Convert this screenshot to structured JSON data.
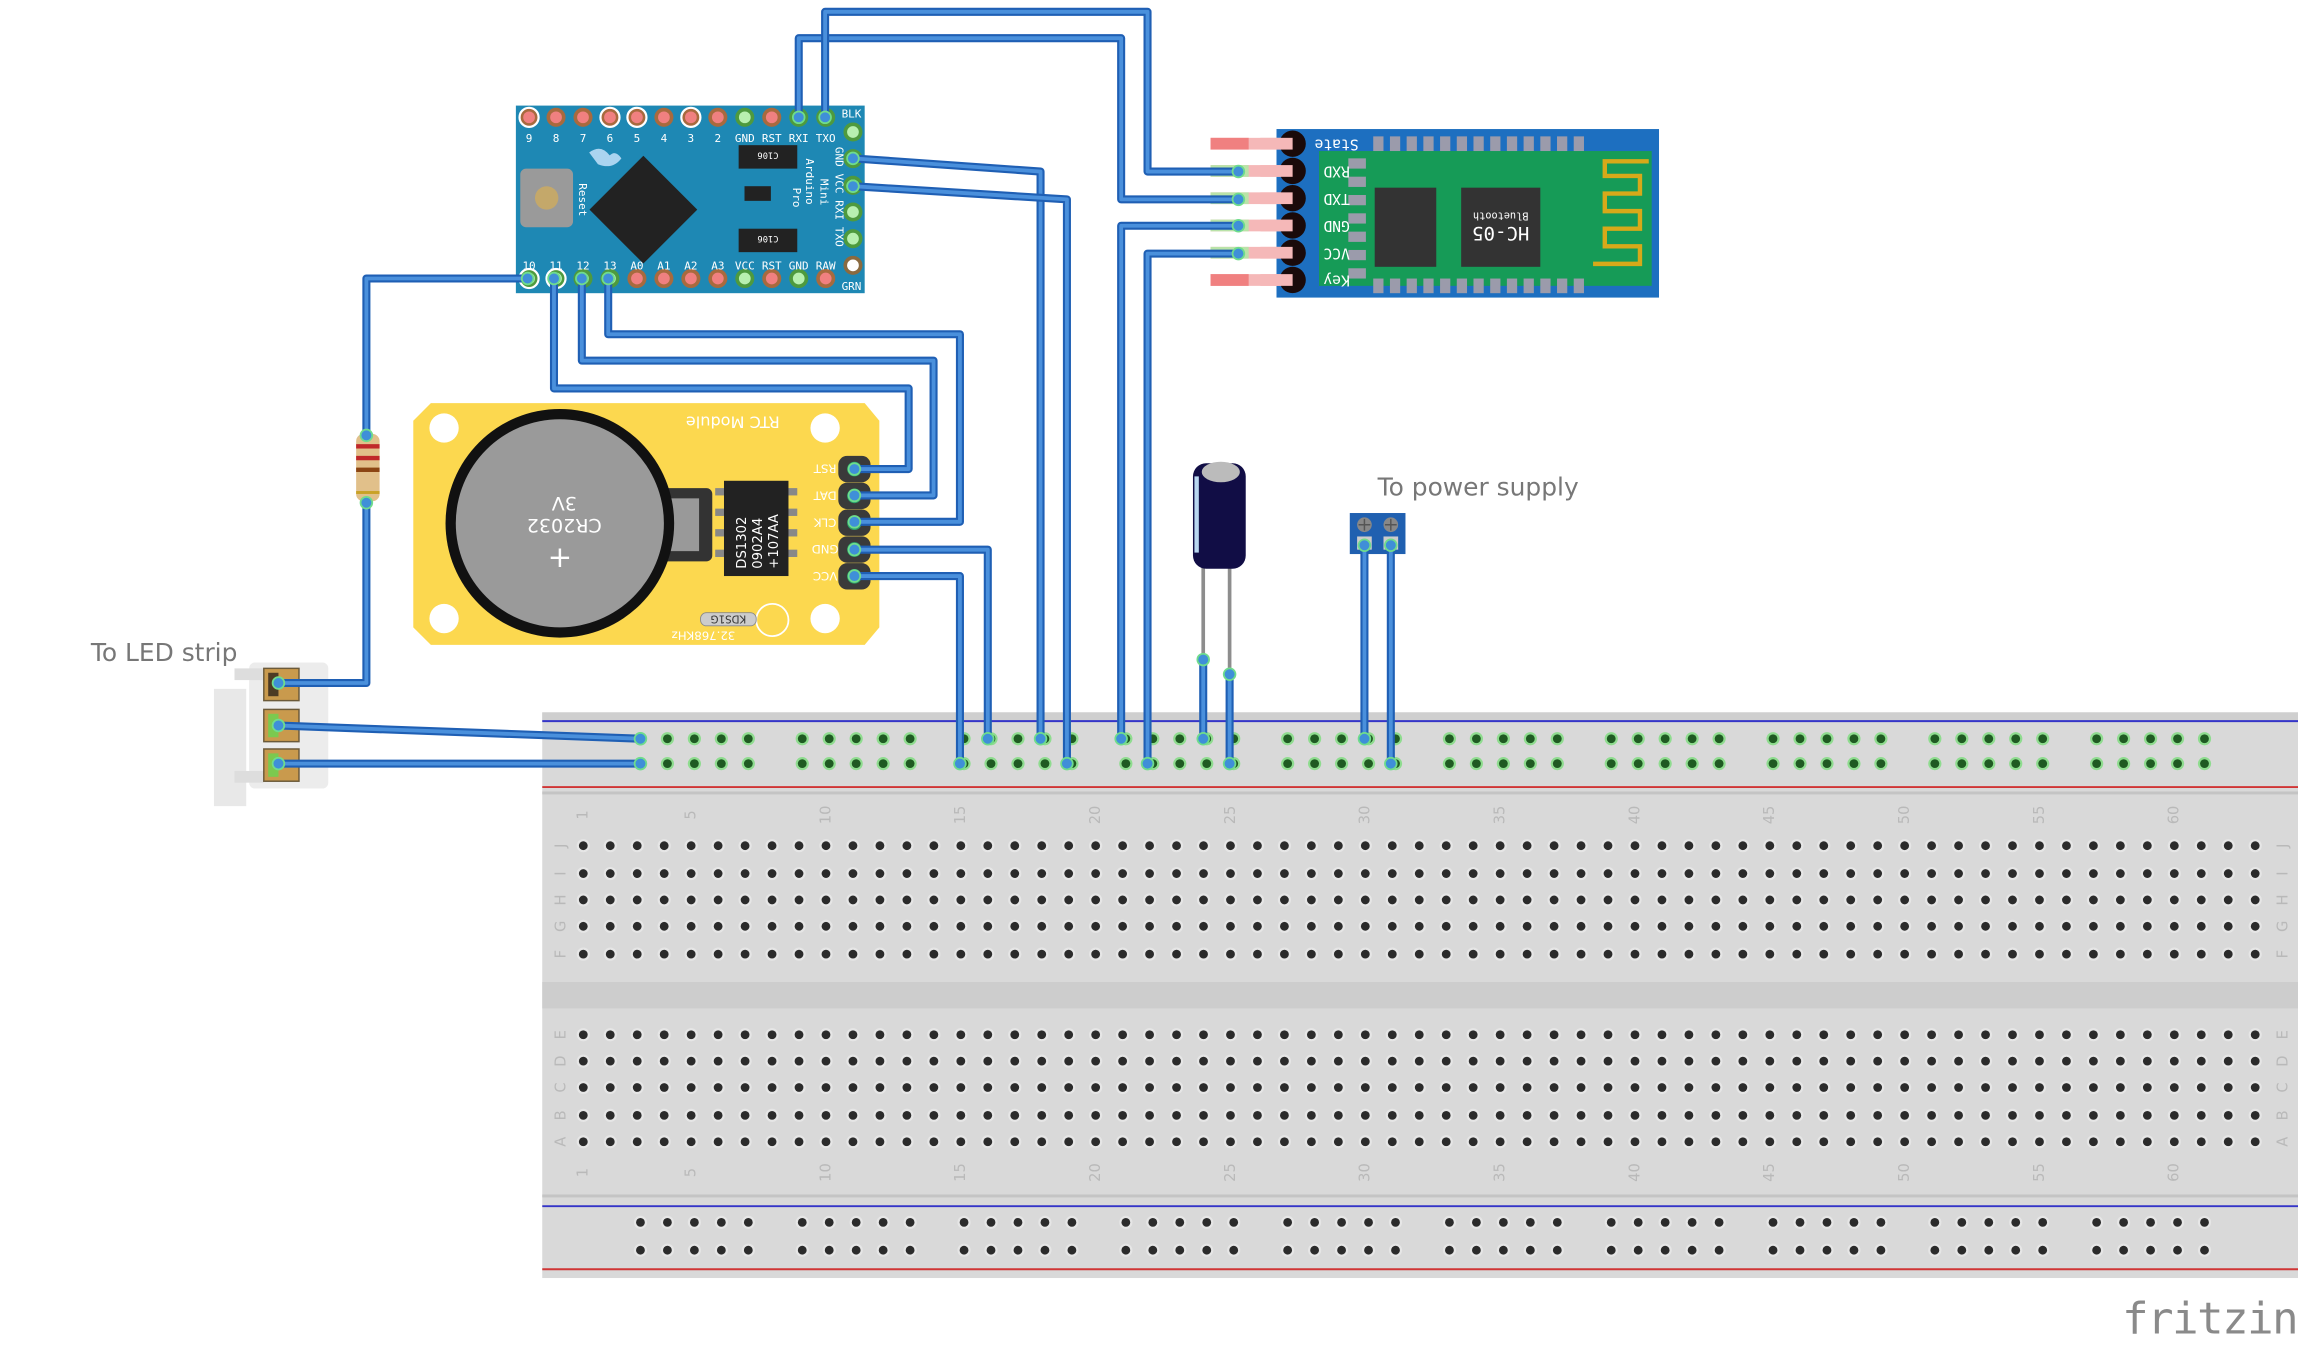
{
  "annotations": {
    "led_strip": "To LED strip",
    "power_supply": "To power supply"
  },
  "logo": "fritzing",
  "arduino": {
    "name_line1": "Arduino",
    "name_line2": "Pro",
    "name_line3": "Mini",
    "reset_label": "Reset",
    "cap_label": "C106",
    "top_pins": [
      "9",
      "8",
      "7",
      "6",
      "5",
      "4",
      "3",
      "2",
      "GND",
      "RST",
      "RXI",
      "TXO"
    ],
    "bottom_pins": [
      "10",
      "11",
      "12",
      "13",
      "A0",
      "A1",
      "A2",
      "A3",
      "VCC",
      "RST",
      "GND",
      "RAW"
    ],
    "side_pins": [
      "BLK",
      "GND",
      "VCC",
      "RXI",
      "TXO",
      "GRN"
    ]
  },
  "bluetooth": {
    "model": "HC-05",
    "subtitle": "Bluetooth",
    "pins": [
      "State",
      "RXD",
      "TXD",
      "GND",
      "VCC",
      "Key"
    ]
  },
  "rtc": {
    "title": "RTC Module",
    "battery_model": "CR2032",
    "battery_voltage": "3V",
    "battery_plus": "+",
    "chip_lines": [
      "DS1302",
      "0902A4",
      "+107AA"
    ],
    "crystal": "KDS1G",
    "crystal_freq": "32.768KHz",
    "pins": [
      "RST",
      "DAT",
      "CLK",
      "GND",
      "VCC"
    ]
  },
  "breadboard": {
    "rows_top": [
      "J",
      "I",
      "H",
      "G",
      "F"
    ],
    "rows_bottom": [
      "E",
      "D",
      "C",
      "B",
      "A"
    ],
    "column_labels": [
      "1",
      "5",
      "10",
      "15",
      "20",
      "25",
      "30",
      "35",
      "40",
      "45",
      "50",
      "55",
      "60"
    ]
  },
  "colors": {
    "wire": "#1f5fb4",
    "arduino_board": "#1e88b4",
    "hc05_board": "#1d6fc0",
    "hc05_pcb": "#169b57",
    "rtc_board": "#fcd84f",
    "rail_blue": "#3535c8",
    "rail_red": "#d03535"
  }
}
